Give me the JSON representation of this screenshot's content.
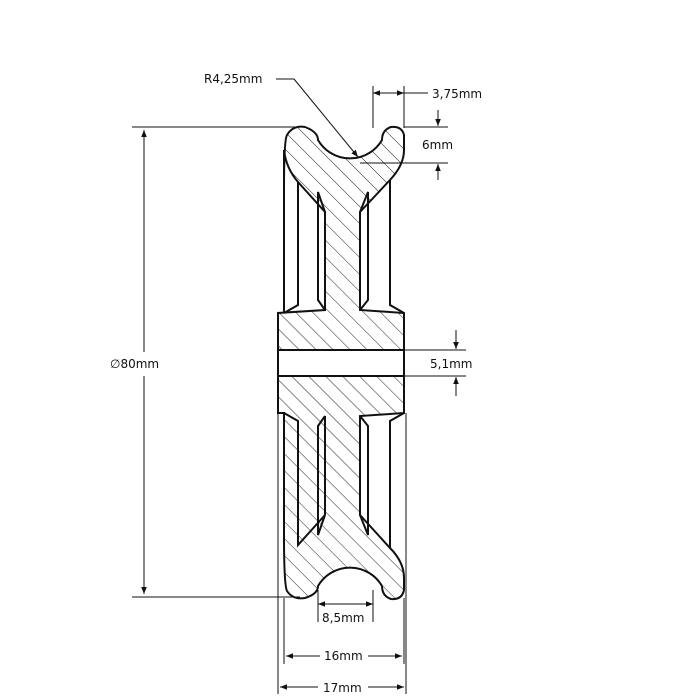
{
  "dimensions": {
    "groove_radius": "R4,25mm",
    "rim_width": "3,75mm",
    "groove_depth": "6mm",
    "bore": "5,1mm",
    "diameter": "∅80mm",
    "groove_width": "8,5mm",
    "inner_width": "16mm",
    "overall_width": "17mm"
  },
  "colors": {
    "line": "#111111",
    "background": "#ffffff"
  }
}
